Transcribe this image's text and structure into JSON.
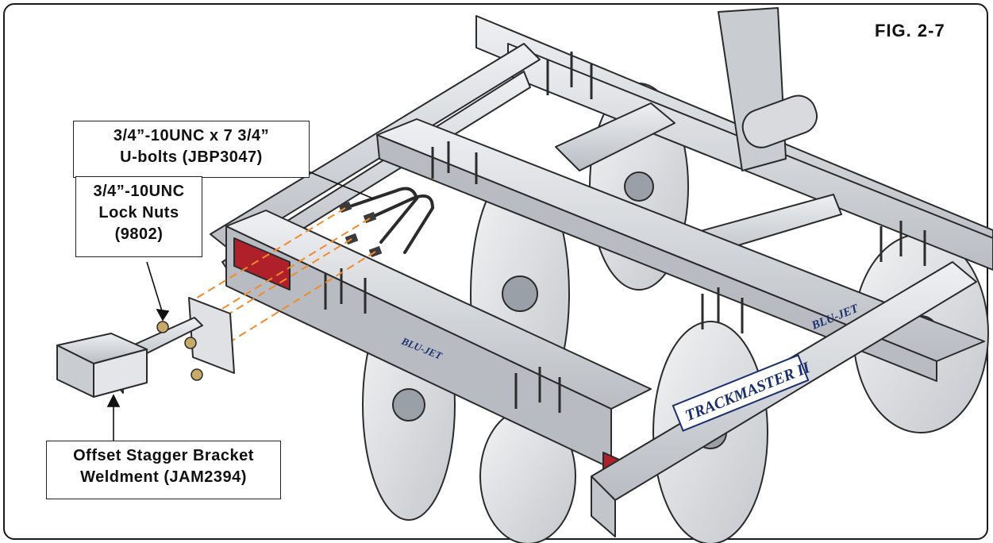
{
  "figure_label": "FIG. 2-7",
  "callouts": {
    "ubolts": {
      "line1": "3/4”-10UNC x 7 3/4”",
      "line2": "U-bolts (JBP3047)"
    },
    "locknuts": {
      "line1": "3/4”-10UNC",
      "line2": "Lock Nuts",
      "line3": "(9802)"
    },
    "bracket": {
      "line1": "Offset Stagger Bracket",
      "line2": "Weldment (JAM2394)"
    }
  },
  "decals": {
    "brand": "BLU-JET",
    "model": "TRACKMASTER II"
  },
  "colors": {
    "steel": "#d6d8dc",
    "steel_shadow": "#a7abb1",
    "outline": "#2b2b2b",
    "explode_line": "#f08a2c",
    "reflector": "#b0202a",
    "decal_text": "#1b2f6e"
  }
}
